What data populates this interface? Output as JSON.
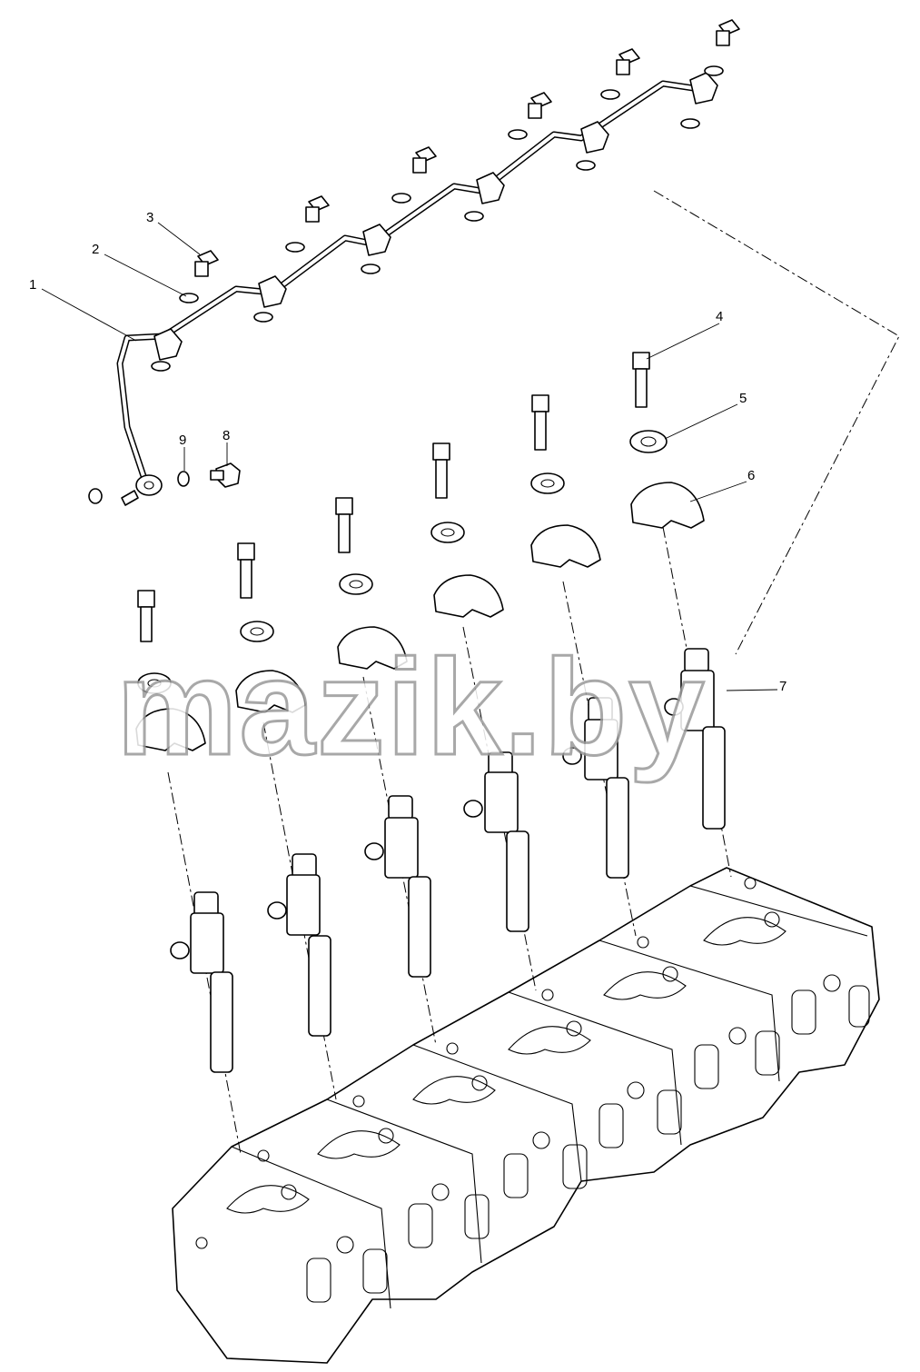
{
  "callouts": [
    {
      "id": "c1",
      "label": "1"
    },
    {
      "id": "c2",
      "label": "2"
    },
    {
      "id": "c3",
      "label": "3"
    },
    {
      "id": "c4",
      "label": "4"
    },
    {
      "id": "c5",
      "label": "5"
    },
    {
      "id": "c6",
      "label": "6"
    },
    {
      "id": "c7",
      "label": "7"
    },
    {
      "id": "c8",
      "label": "8"
    },
    {
      "id": "c9",
      "label": "9"
    }
  ],
  "watermark": "mazik.by"
}
